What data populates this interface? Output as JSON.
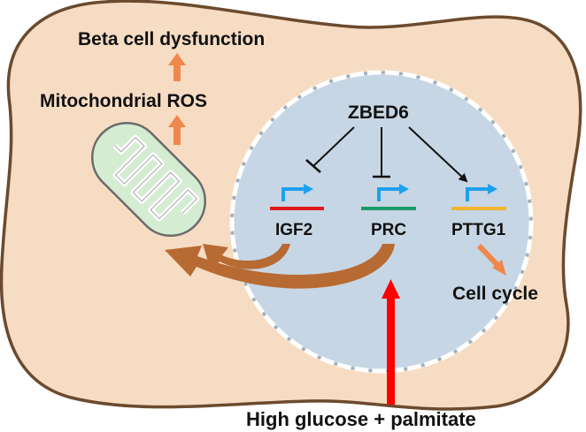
{
  "diagram": {
    "labels": {
      "beta_cell_dysfunction": "Beta cell dysfunction",
      "mitochondrial_ros": "Mitochondrial ROS",
      "zbed6": "ZBED6",
      "igf2": "IGF2",
      "prc": "PRC",
      "pttg1": "PTTG1",
      "cell_cycle": "Cell cycle",
      "stimulus": "High glucose + palmitate"
    },
    "colors": {
      "cell_fill": "#f7dcc4",
      "cell_outline": "#6b4a2e",
      "nucleus_fill": "#c7d6e4",
      "mitochondrion_fill": "#d4ecd2",
      "mitochondrion_outline": "#6a6a6a",
      "orange_arrow": "#f0874d",
      "brown_arrow": "#b86a33",
      "red_arrow": "#ff0000",
      "tss_arrow": "#1ea0f0",
      "igf2_gene": "#e01a1a",
      "prc_gene": "#1a9b6a",
      "pttg1_gene": "#f2b530"
    },
    "relations": [
      {
        "from": "ZBED6",
        "to": "IGF2",
        "type": "inhibit"
      },
      {
        "from": "ZBED6",
        "to": "PRC",
        "type": "inhibit"
      },
      {
        "from": "ZBED6",
        "to": "PTTG1",
        "type": "activate"
      },
      {
        "from": "IGF2",
        "to": "Mitochondrion",
        "type": "activate"
      },
      {
        "from": "PRC",
        "to": "Mitochondrion",
        "type": "activate"
      },
      {
        "from": "PTTG1",
        "to": "Cell cycle",
        "type": "activate"
      },
      {
        "from": "Mitochondrion",
        "to": "Mitochondrial ROS",
        "type": "activate"
      },
      {
        "from": "Mitochondrial ROS",
        "to": "Beta cell dysfunction",
        "type": "activate"
      },
      {
        "from": "High glucose + palmitate",
        "to": "Nucleus",
        "type": "activate"
      }
    ]
  }
}
